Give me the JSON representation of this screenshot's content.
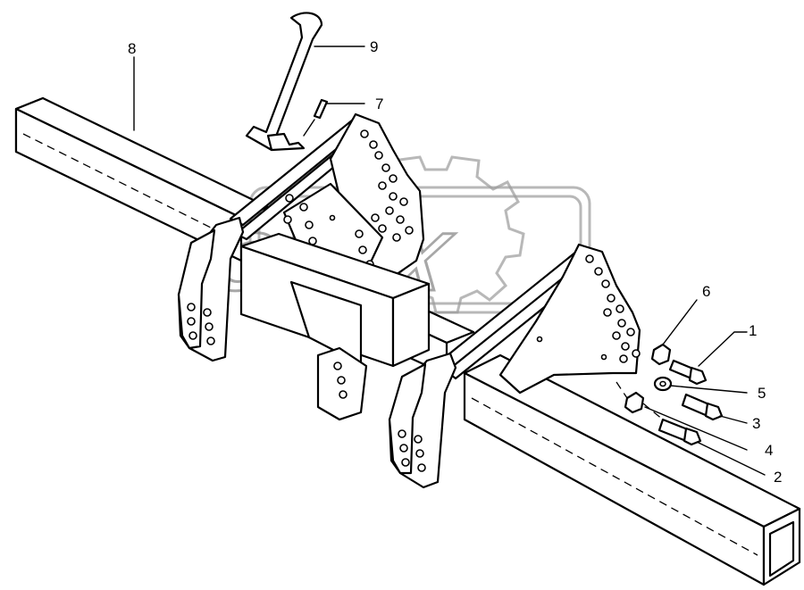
{
  "watermark": {
    "text": "OREX"
  },
  "callouts": [
    {
      "id": "1",
      "label": "1"
    },
    {
      "id": "2",
      "label": "2"
    },
    {
      "id": "3",
      "label": "3"
    },
    {
      "id": "4",
      "label": "4"
    },
    {
      "id": "5",
      "label": "5"
    },
    {
      "id": "6",
      "label": "6"
    },
    {
      "id": "7",
      "label": "7"
    },
    {
      "id": "8",
      "label": "8"
    },
    {
      "id": "9",
      "label": "9"
    }
  ]
}
